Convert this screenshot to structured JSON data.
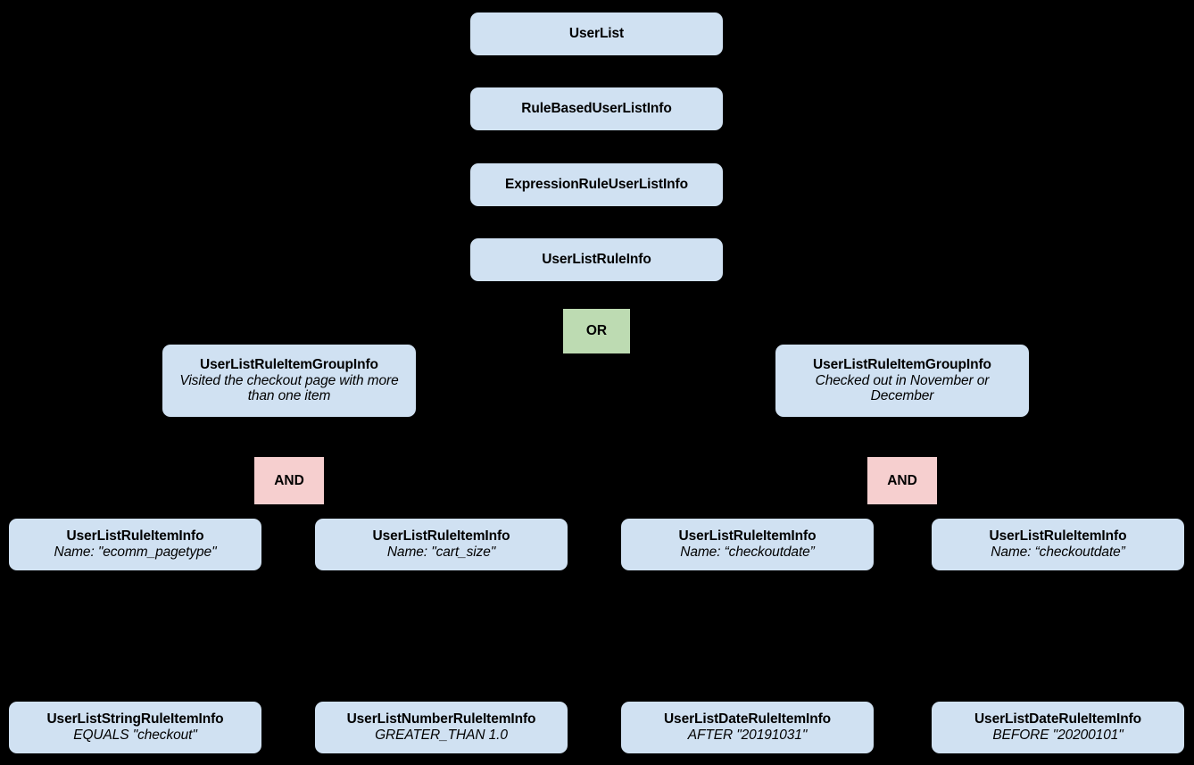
{
  "diagram": {
    "type": "hierarchy-tree",
    "background_color": "#000000",
    "node_color": "#d0e1f2",
    "or_color": "#bddbb2",
    "and_color": "#f6cfcf",
    "text_color": "#000000"
  },
  "nodes": {
    "user_list": {
      "title": "UserList"
    },
    "rule_based_user_list_info": {
      "title": "RuleBasedUserListInfo"
    },
    "expression_rule_user_list_info": {
      "title": "ExpressionRuleUserListInfo"
    },
    "user_list_rule_info": {
      "title": "UserListRuleInfo"
    },
    "group_left": {
      "title": "UserListRuleItemGroupInfo",
      "subtitle": "Visited the checkout page with more than one item"
    },
    "group_right": {
      "title": "UserListRuleItemGroupInfo",
      "subtitle": "Checked out in November or December"
    },
    "item_ecomm_pagetype": {
      "title": "UserListRuleItemInfo",
      "subtitle": "Name: \"ecomm_pagetype\""
    },
    "item_cart_size": {
      "title": "UserListRuleItemInfo",
      "subtitle": "Name: \"cart_size\""
    },
    "item_checkoutdate_after": {
      "title": "UserListRuleItemInfo",
      "subtitle": "Name: “checkoutdate”"
    },
    "item_checkoutdate_before": {
      "title": "UserListRuleItemInfo",
      "subtitle": "Name: “checkoutdate”"
    },
    "leaf_string_rule": {
      "title": "UserListStringRuleItemInfo",
      "subtitle": "EQUALS \"checkout\""
    },
    "leaf_number_rule": {
      "title": "UserListNumberRuleItemInfo",
      "subtitle": "GREATER_THAN 1.0"
    },
    "leaf_date_rule_after": {
      "title": "UserListDateRuleItemInfo",
      "subtitle": "AFTER \"20191031\""
    },
    "leaf_date_rule_before": {
      "title": "UserListDateRuleItemInfo",
      "subtitle": "BEFORE \"20200101\""
    }
  },
  "operators": {
    "or": {
      "label": "OR"
    },
    "and_left": {
      "label": "AND"
    },
    "and_right": {
      "label": "AND"
    }
  }
}
